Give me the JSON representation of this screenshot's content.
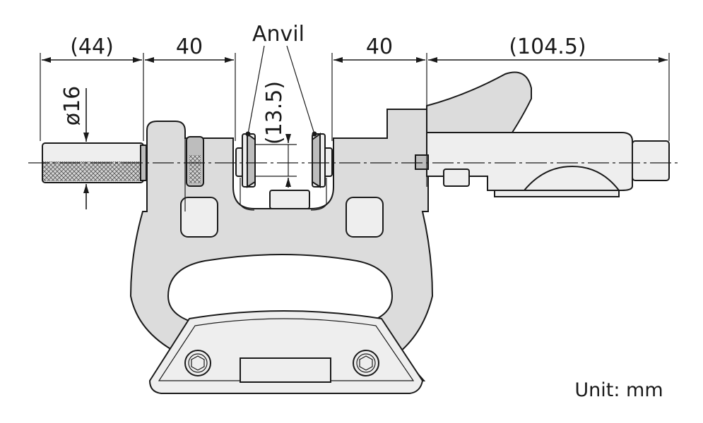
{
  "labels": {
    "anvil": "Anvil",
    "dim_left_outer": "(44)",
    "dim_left_inner": "40",
    "dim_right_inner": "40",
    "dim_right_outer": "(104.5)",
    "dim_diameter": "ø16",
    "dim_anvil_height": "(13.5)",
    "unit": "Unit: mm"
  },
  "colors": {
    "body": "#dcdcdc",
    "line": "#1a1a1a",
    "background": "#ffffff"
  }
}
